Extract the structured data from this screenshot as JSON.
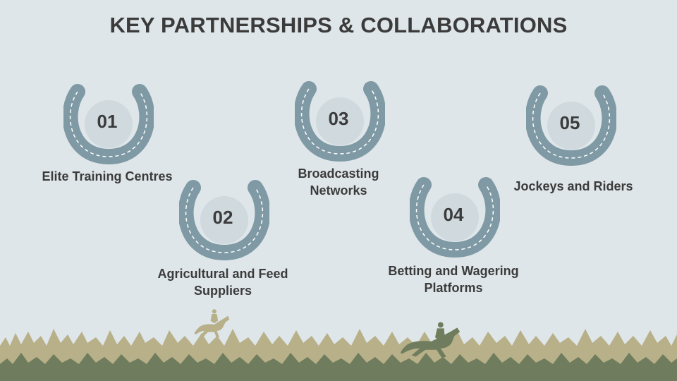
{
  "title": "KEY PARTNERSHIPS & COLLABORATIONS",
  "items": [
    {
      "number": "01",
      "label": "Elite Training Centres"
    },
    {
      "number": "02",
      "label": "Agricultural and Feed Suppliers"
    },
    {
      "number": "03",
      "label": "Broadcasting Networks"
    },
    {
      "number": "04",
      "label": "Betting and Wagering Platforms"
    },
    {
      "number": "05",
      "label": "Jockeys and Riders"
    }
  ],
  "colors": {
    "background": "#dfe6e9",
    "horseshoe": "#7f9aa5",
    "number_circle": "#cfd9de",
    "text": "#3b3b3b",
    "grass_light": "#b7b089",
    "grass_dark": "#6f7d5e"
  },
  "icons": [
    "horseshoe-icon",
    "horse-rider-icon"
  ]
}
